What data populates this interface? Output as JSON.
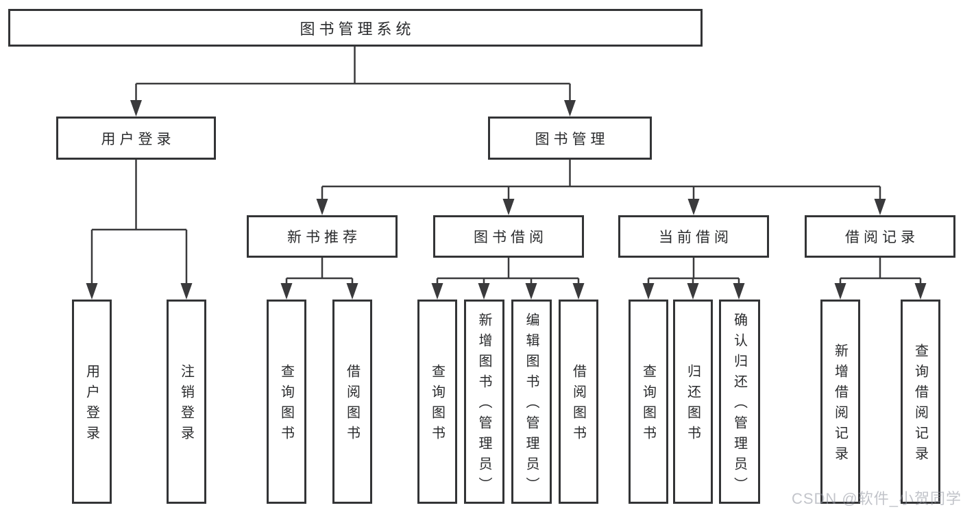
{
  "tree": {
    "root": {
      "label": "图书管理系统"
    },
    "branches": [
      {
        "label": "用户登录",
        "children": [
          {
            "label": "用户登录"
          },
          {
            "label": "注销登录"
          }
        ]
      },
      {
        "label": "图书管理",
        "children": [
          {
            "label": "新书推荐",
            "children": [
              {
                "label": "查询图书"
              },
              {
                "label": "借阅图书"
              }
            ]
          },
          {
            "label": "图书借阅",
            "children": [
              {
                "label": "查询图书"
              },
              {
                "label": "新增图书（管理员）"
              },
              {
                "label": "编辑图书（管理员）"
              },
              {
                "label": "借阅图书"
              }
            ]
          },
          {
            "label": "当前借阅",
            "children": [
              {
                "label": "查询图书"
              },
              {
                "label": "归还图书"
              },
              {
                "label": "确认归还（管理员）"
              }
            ]
          },
          {
            "label": "借阅记录",
            "children": [
              {
                "label": "新增借阅记录"
              },
              {
                "label": "查询借阅记录"
              }
            ]
          }
        ]
      }
    ]
  },
  "watermark": {
    "text": "CSDN @软件_小贺同学"
  },
  "colors": {
    "line": "#3a3a3c",
    "box_border": "#333436",
    "box_fill": "#ffffff",
    "text": "#2a2b2d",
    "watermark": "#c7c9cd"
  }
}
